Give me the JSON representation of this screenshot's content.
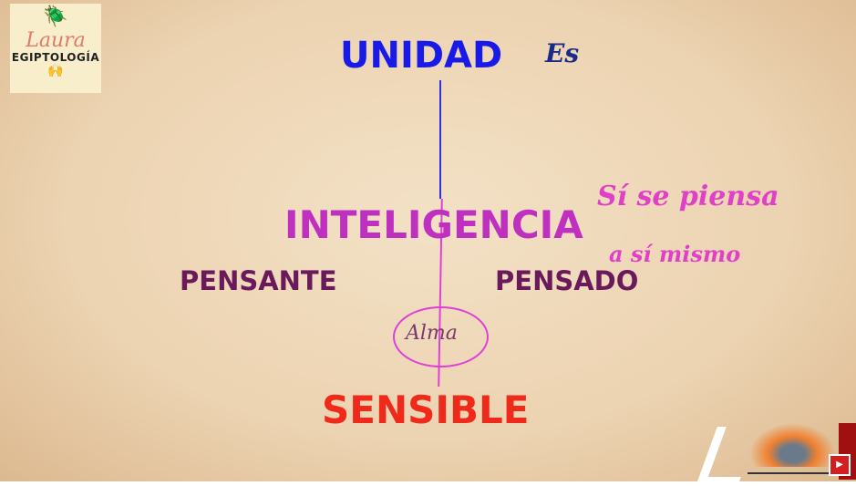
{
  "logo": {
    "name": "Laura",
    "subtitle": "EGIPTOLOGÍA"
  },
  "diagram": {
    "unidad": "UNIDAD",
    "es": "Es",
    "inteligencia": "INTELIGENCIA",
    "note1": "Sí se piensa",
    "note2": "a sí mismo",
    "pensante": "PENSANTE",
    "pensado": "PENSADO",
    "alma": "Alma",
    "sensible": "SENSIBLE"
  },
  "colors": {
    "unidad": "#1a1ae8",
    "inteligencia": "#c030c0",
    "pensante": "#6a1a5a",
    "sensible": "#f02a1a",
    "note": "#e040c8"
  },
  "corner": {
    "icon": "youtube-play-icon"
  }
}
